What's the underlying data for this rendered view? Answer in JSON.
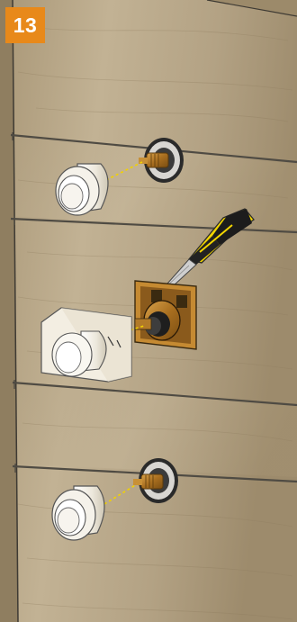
{
  "step": {
    "number": "13",
    "badge_color": "#e8891a"
  },
  "illustration": {
    "wall_color": "#b8a88a",
    "grout_color": "#5d5a52",
    "cap_color": "#f1ede2",
    "brass_color": "#b07a2a",
    "knife_body_color": "#f2d500",
    "knife_grip_color": "#1c1c1c",
    "icons": [
      "tile-wall",
      "protective-cap",
      "valve-fitting",
      "box-cutter-knife",
      "mixer-valve-body",
      "protective-plaster-box"
    ]
  }
}
